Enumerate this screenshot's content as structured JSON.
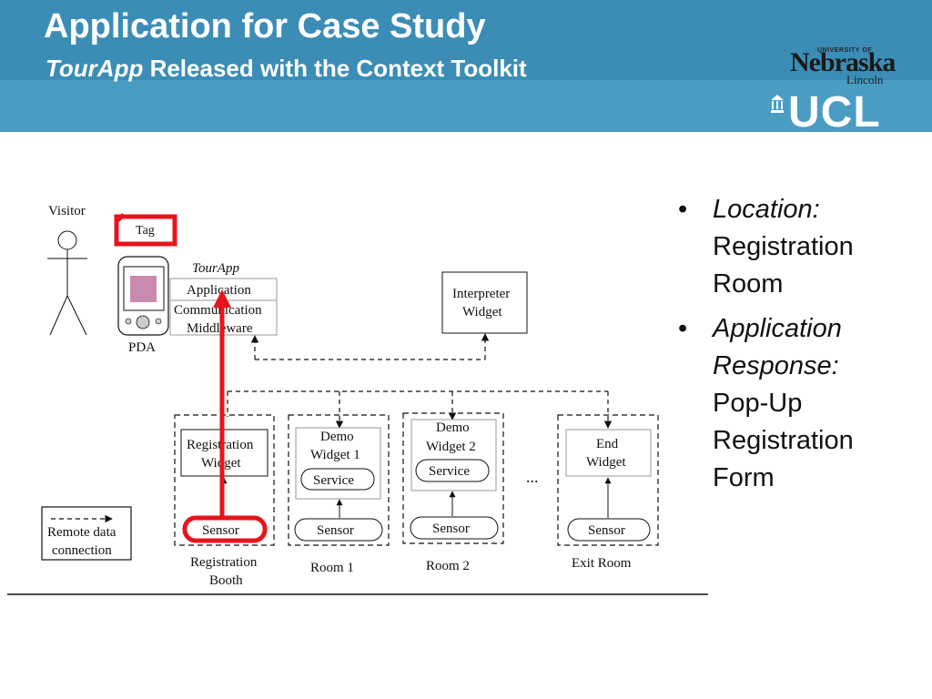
{
  "header": {
    "title": "Application for Case Study",
    "subtitle_italic": "TourApp",
    "subtitle_rest": " Released with the Context Toolkit"
  },
  "logos": {
    "nebraska_top": "UNIVERSITY OF",
    "nebraska": "Nebraska",
    "lincoln": "Lincoln",
    "ucl": "UCL"
  },
  "diagram": {
    "visitor": "Visitor",
    "tag": "Tag",
    "pda": "PDA",
    "tourapp": "TourApp",
    "application": "Application",
    "communication": "Communication",
    "middleware": "Middleware",
    "interpreter_l1": "Interpreter",
    "interpreter_l2": "Widget",
    "registration_widget_l1": "Registration",
    "registration_widget_l2": "Widget",
    "demo1_l1": "Demo",
    "demo1_l2": "Widget 1",
    "demo2_l1": "Demo",
    "demo2_l2": "Widget 2",
    "end_l1": "End",
    "end_l2": "Widget",
    "service": "Service",
    "sensor": "Sensor",
    "ellipsis": "...",
    "booth_l1": "Registration",
    "booth_l2": "Booth",
    "room1": "Room 1",
    "room2": "Room 2",
    "exit_room": "Exit Room",
    "legend_l1": "Remote data",
    "legend_l2": "connection"
  },
  "bullets": [
    {
      "key": "Location:",
      "value_lines": [
        "Registration",
        "Room"
      ]
    },
    {
      "key_lines": [
        "Application",
        "Response:"
      ],
      "value_lines": [
        "Pop-Up",
        "Registration",
        "Form"
      ]
    }
  ],
  "colors": {
    "header_dark": "#3b8db6",
    "header_light": "#4a9cc3",
    "highlight_red": "#e8141c"
  }
}
